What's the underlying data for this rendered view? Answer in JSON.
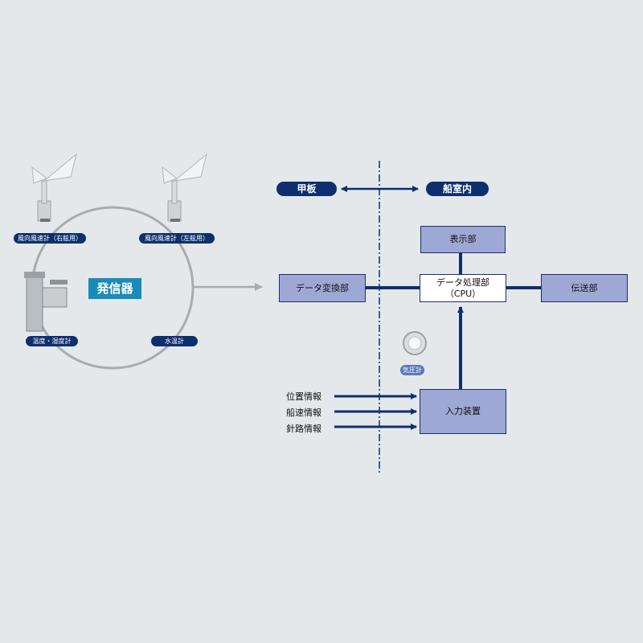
{
  "sensors": {
    "wind_right": "風向風速計（右舷用）",
    "wind_left": "風向風速計（左舷用）",
    "temp_humidity": "温度・湿度計",
    "water_temp": "水温計",
    "transmitter": "発信器",
    "barometer": "気圧計"
  },
  "zones": {
    "deck": "甲板",
    "cabin": "船室内"
  },
  "blocks": {
    "data_conversion": "データ変換部",
    "data_processing": "データ処理部",
    "cpu": "（CPU）",
    "display": "表示部",
    "transmission": "伝送部",
    "input_device": "入力装置"
  },
  "inputs": [
    "位置情報",
    "船速情報",
    "針路情報"
  ],
  "colors": {
    "background": "#e4e8eb",
    "navy": "#0d2f6e",
    "block_fill": "#9ea8d4",
    "accent": "#1a8bb8",
    "circle": "#a7acae"
  }
}
